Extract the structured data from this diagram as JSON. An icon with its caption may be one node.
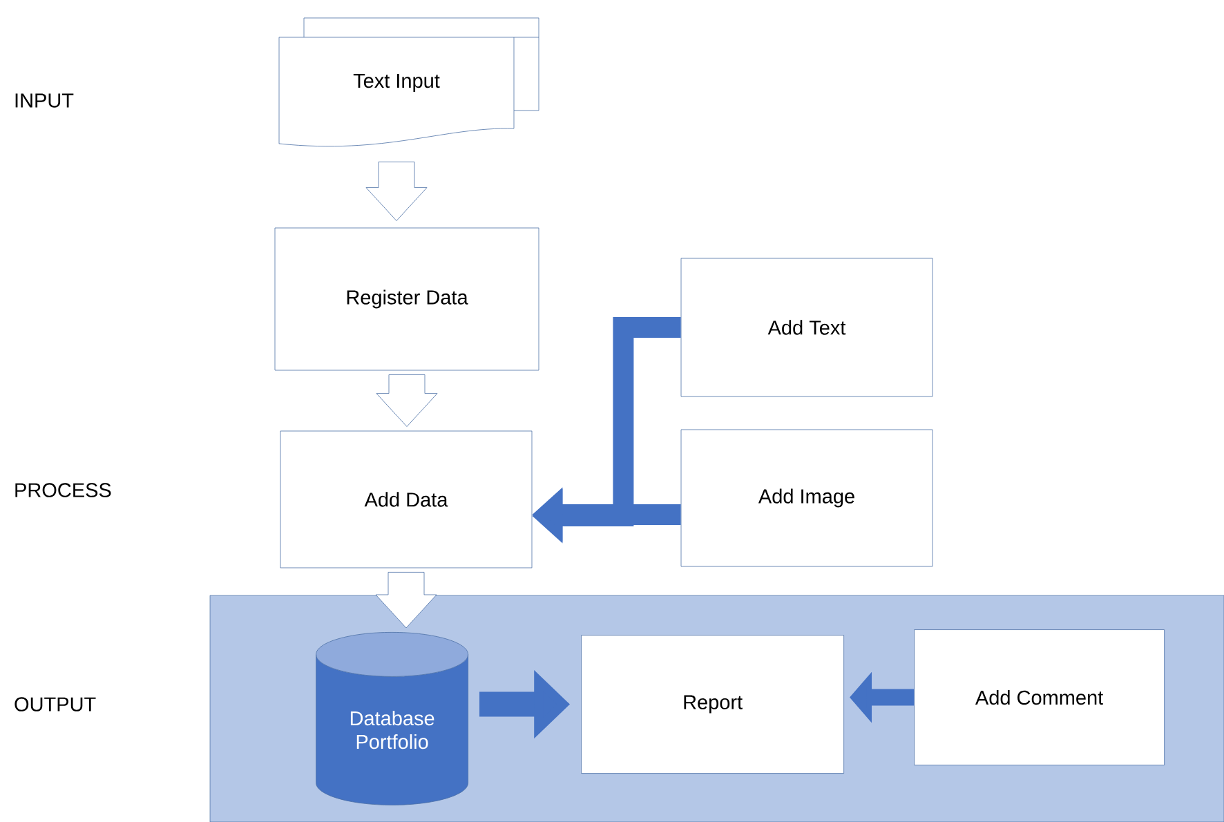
{
  "diagram": {
    "nodes": [
      {
        "text": [
          "Text Input"
        ]
      },
      {
        "text": [
          "Register Data"
        ]
      },
      {
        "text": [
          "Add Text"
        ]
      },
      {
        "text": [
          "Add Data"
        ]
      },
      {
        "text": [
          "Add Image"
        ]
      },
      {
        "text": [],
        "shape": "box"
      },
      {
        "text": [
          "Database Portfolio"
        ],
        "in": 5
      },
      {
        "text": [
          "Report"
        ],
        "in": 5
      },
      {
        "text": [
          "Add Comment"
        ],
        "in": 5
      }
    ],
    "edges": [
      {
        "from": 0,
        "to": 1,
        "arrow": "to",
        "color": "#ffffff"
      },
      {
        "from": 1,
        "to": 3,
        "arrow": "to",
        "color": "#ffffff"
      },
      {
        "from": 2,
        "to": 3,
        "arrow": "to",
        "color": "#4472c4"
      },
      {
        "from": 4,
        "to": 3,
        "arrow": "to",
        "color": "#4472c4"
      },
      {
        "from": 3,
        "to": 6,
        "arrow": "to",
        "color": "#ffffff"
      },
      {
        "from": 6,
        "to": 7,
        "arrow": "to",
        "color": "#4472c4"
      },
      {
        "from": 8,
        "to": 7,
        "arrow": "to",
        "color": "#4472c4"
      }
    ],
    "labels": [
      "INPUT",
      "PROCESS",
      "OUTPUT"
    ]
  }
}
